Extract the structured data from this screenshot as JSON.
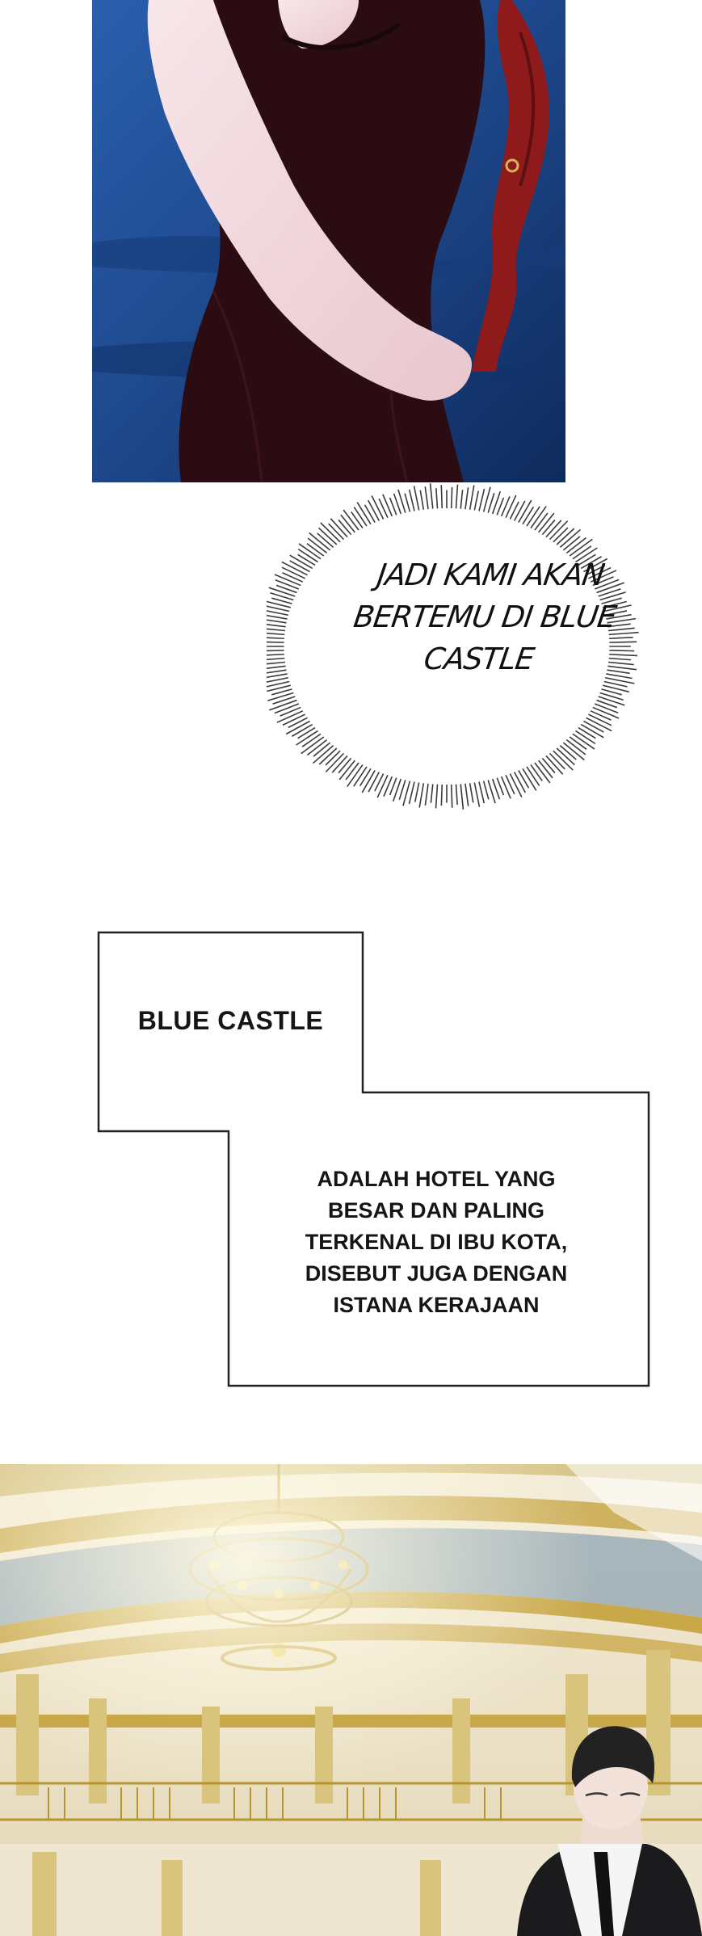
{
  "burst_bubble": {
    "lines": [
      "JADI KAMI AKAN",
      "BERTEMU DI BLUE",
      "CASTLE"
    ]
  },
  "narration": {
    "box1_text": "BLUE CASTLE",
    "box2_lines": [
      "ADALAH HOTEL YANG",
      "BESAR DAN PALING",
      "TERKENAL DI IBU KOTA,",
      "DISEBUT JUGA DENGAN",
      "ISTANA KERAJAAN"
    ]
  },
  "colors": {
    "night_blue": "#1f4a8e",
    "dress": "#2a0c12",
    "skin": "#f3dde3",
    "hair": "#8e1a1c",
    "gold": "#c9a84a",
    "ivory": "#efe6cf"
  }
}
